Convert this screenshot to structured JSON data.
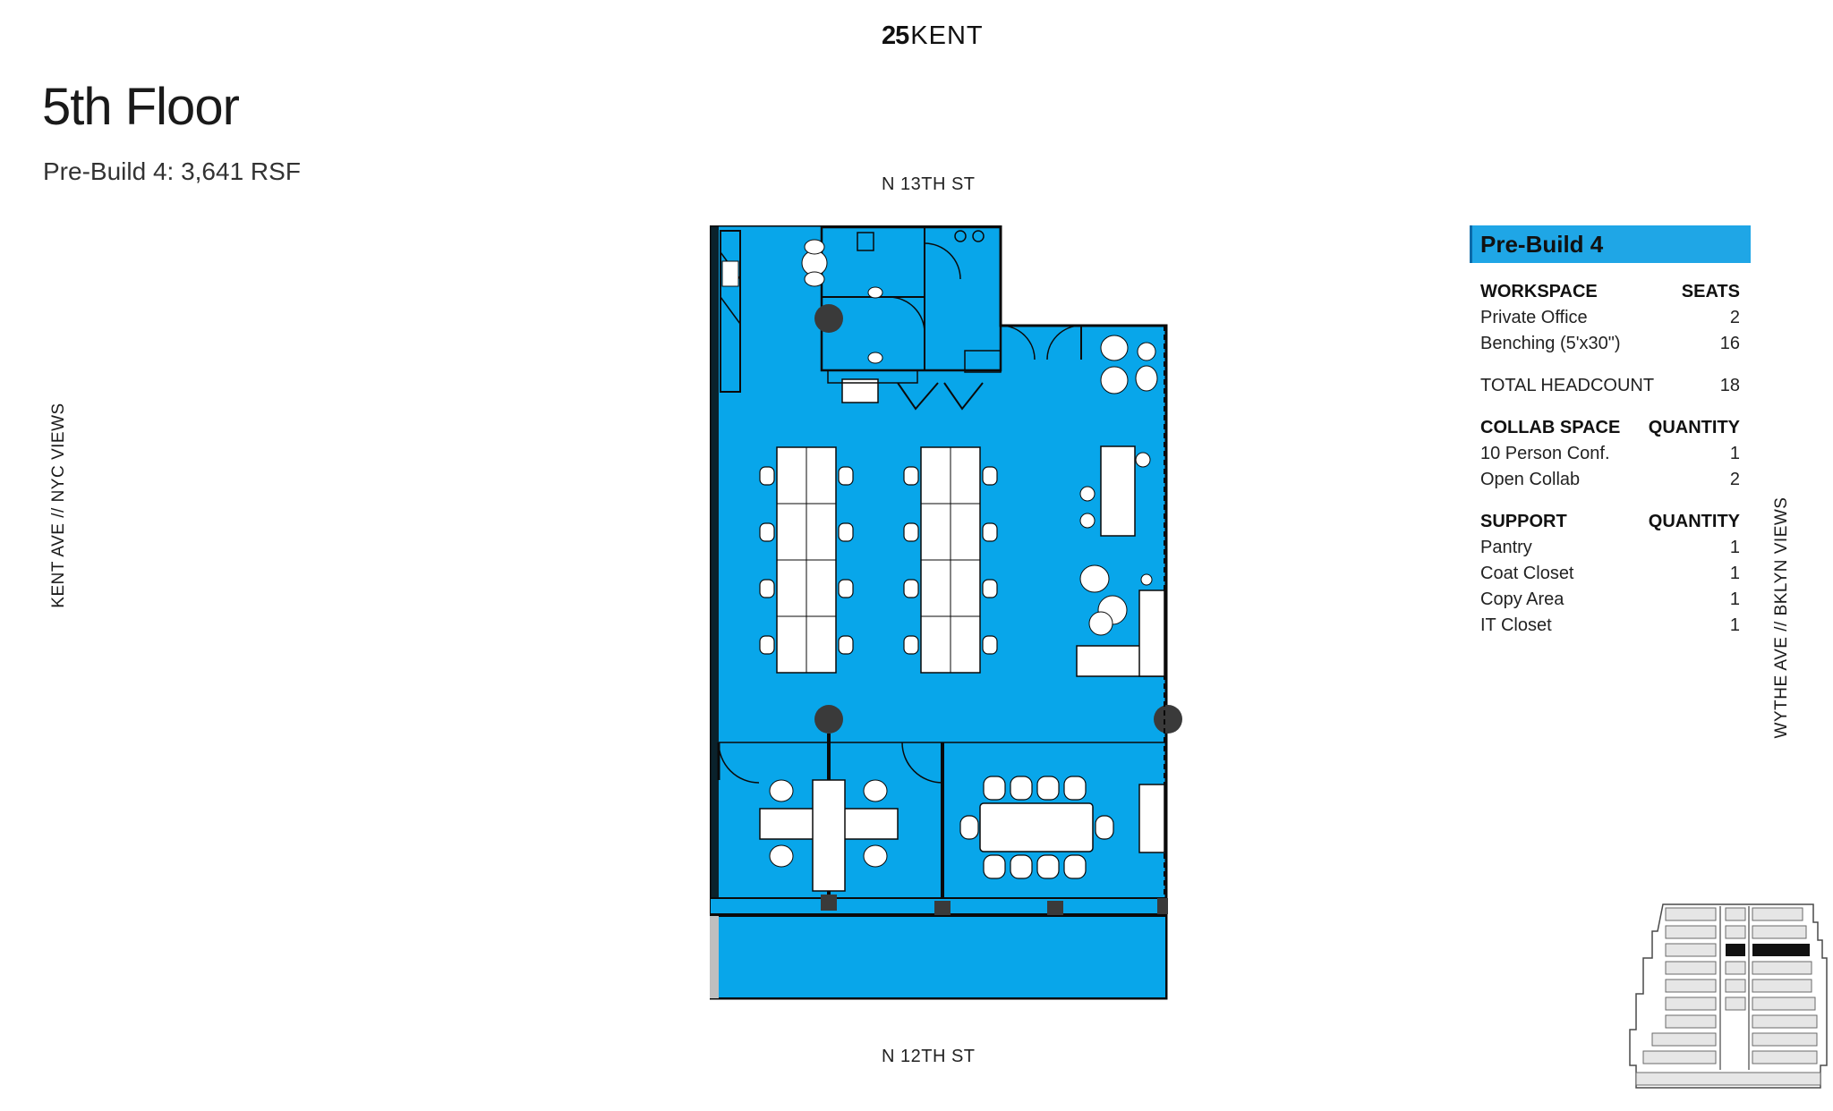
{
  "header": {
    "logo_number": "25",
    "logo_brand": "KENT",
    "title": "5th Floor",
    "subtitle": "Pre-Build 4: 3,641 RSF"
  },
  "streets": {
    "north": "N 13TH ST",
    "south": "N 12TH ST",
    "west": "KENT AVE // NYC VIEWS",
    "east": "WYTHE AVE // BKLYN VIEWS"
  },
  "colors": {
    "plan_fill": "#08a6ea",
    "accent": "#1fa6e6",
    "line": "#0a0a0a"
  },
  "summary": {
    "heading": "Pre-Build 4",
    "workspace": {
      "label": "WORKSPACE",
      "col": "SEATS",
      "items": [
        {
          "name": "Private Office",
          "value": "2"
        },
        {
          "name": "Benching (5'x30\")",
          "value": "16"
        }
      ]
    },
    "total": {
      "name": "TOTAL HEADCOUNT",
      "value": "18"
    },
    "collab": {
      "label": "COLLAB SPACE",
      "col": "QUANTITY",
      "items": [
        {
          "name": "10 Person Conf.",
          "value": "1"
        },
        {
          "name": "Open Collab",
          "value": "2"
        }
      ]
    },
    "support": {
      "label": "SUPPORT",
      "col": "QUANTITY",
      "items": [
        {
          "name": "Pantry",
          "value": "1"
        },
        {
          "name": "Coat Closet",
          "value": "1"
        },
        {
          "name": "Copy Area",
          "value": "1"
        },
        {
          "name": "IT Closet",
          "value": "1"
        }
      ]
    }
  }
}
